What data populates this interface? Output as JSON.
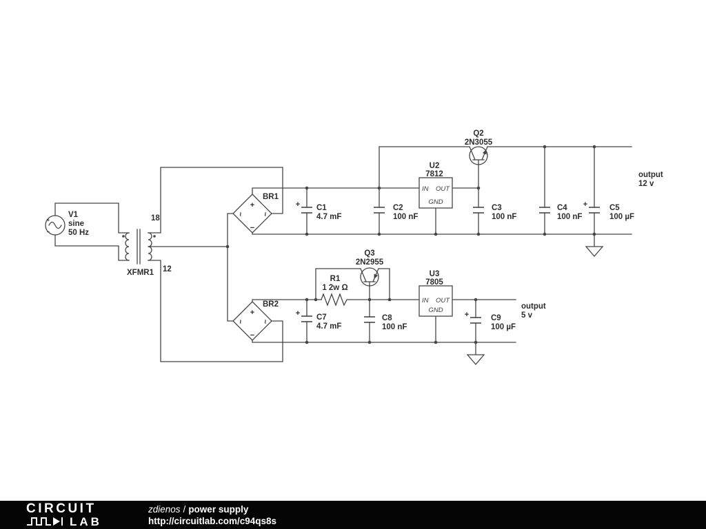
{
  "schematic": {
    "v1": {
      "name": "V1",
      "wave": "sine",
      "freq": "50 Hz",
      "plus": "+",
      "minus": "−"
    },
    "xfmr": {
      "name": "XFMR1",
      "tap_top": "18",
      "tap_bottom": "12"
    },
    "br1": {
      "name": "BR1",
      "plus": "+",
      "minus": "−",
      "ac": "~"
    },
    "br2": {
      "name": "BR2",
      "plus": "+",
      "minus": "−",
      "ac": "~"
    },
    "r1": {
      "name": "R1",
      "value": "1 2w Ω"
    },
    "q2": {
      "name": "Q2",
      "part": "2N3055"
    },
    "q3": {
      "name": "Q3",
      "part": "2N2955"
    },
    "u2": {
      "name": "U2",
      "part": "7812",
      "pin_in": "IN",
      "pin_out": "OUT",
      "pin_gnd": "GND"
    },
    "u3": {
      "name": "U3",
      "part": "7805",
      "pin_in": "IN",
      "pin_out": "OUT",
      "pin_gnd": "GND"
    },
    "c1": {
      "name": "C1",
      "value": "4.7 mF",
      "plus": "+"
    },
    "c2": {
      "name": "C2",
      "value": "100 nF"
    },
    "c3": {
      "name": "C3",
      "value": "100 nF"
    },
    "c4": {
      "name": "C4",
      "value": "100 nF"
    },
    "c5": {
      "name": "C5",
      "value": "100 µF",
      "plus": "+"
    },
    "c7": {
      "name": "C7",
      "value": "4.7 mF",
      "plus": "+"
    },
    "c8": {
      "name": "C8",
      "value": "100 nF"
    },
    "c9": {
      "name": "C9",
      "value": "100 µF",
      "plus": "+"
    },
    "out12": {
      "label": "output",
      "value": "12 v"
    },
    "out5": {
      "label": "output",
      "value": "5 v"
    }
  },
  "footer": {
    "logo_top": "CIRCUIT",
    "logo_bottom": "LAB",
    "author": "zdienos",
    "separator": "/",
    "title": "power supply",
    "url": "http://circuitlab.com/c94qs8s"
  }
}
